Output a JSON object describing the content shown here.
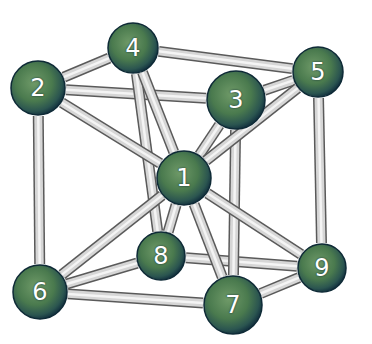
{
  "diagram": {
    "nodes": [
      {
        "text": [
          "1"
        ]
      },
      {
        "text": [
          "2"
        ]
      },
      {
        "text": [
          "3"
        ]
      },
      {
        "text": [
          "4"
        ]
      },
      {
        "text": [
          "5"
        ]
      },
      {
        "text": [
          "6"
        ]
      },
      {
        "text": [
          "7"
        ]
      },
      {
        "text": [
          "8"
        ]
      },
      {
        "text": [
          "9"
        ]
      }
    ],
    "edges": [
      {
        "from": 1,
        "to": 2,
        "arrow": "none"
      },
      {
        "from": 1,
        "to": 3,
        "arrow": "none"
      },
      {
        "from": 3,
        "to": 4,
        "arrow": "none"
      },
      {
        "from": 2,
        "to": 4,
        "arrow": "none"
      },
      {
        "from": 5,
        "to": 6,
        "arrow": "none"
      },
      {
        "from": 5,
        "to": 7,
        "arrow": "none"
      },
      {
        "from": 7,
        "to": 8,
        "arrow": "none"
      },
      {
        "from": 6,
        "to": 8,
        "arrow": "none"
      },
      {
        "from": 1,
        "to": 5,
        "arrow": "none"
      },
      {
        "from": 2,
        "to": 6,
        "arrow": "none"
      },
      {
        "from": 3,
        "to": 7,
        "arrow": "none"
      },
      {
        "from": 4,
        "to": 8,
        "arrow": "none"
      },
      {
        "from": 0,
        "to": 1,
        "arrow": "none"
      },
      {
        "from": 0,
        "to": 2,
        "arrow": "none"
      },
      {
        "from": 0,
        "to": 3,
        "arrow": "none"
      },
      {
        "from": 0,
        "to": 4,
        "arrow": "none"
      },
      {
        "from": 0,
        "to": 5,
        "arrow": "none"
      },
      {
        "from": 0,
        "to": 6,
        "arrow": "none"
      },
      {
        "from": 0,
        "to": 7,
        "arrow": "none"
      },
      {
        "from": 0,
        "to": 8,
        "arrow": "none"
      }
    ]
  }
}
